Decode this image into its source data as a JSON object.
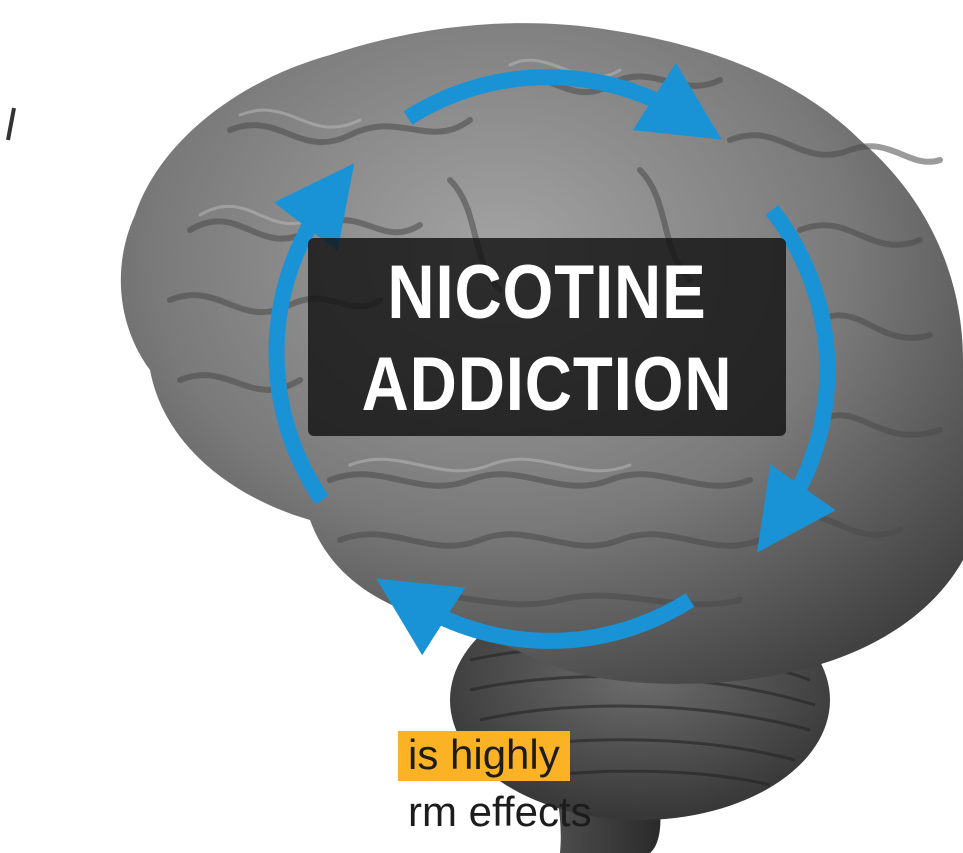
{
  "illustration": {
    "subject": "brain-icon",
    "cycle_icon": "cycle-arrows-icon",
    "title_lines": [
      "NICOTINE",
      "ADDICTION"
    ]
  },
  "caption": {
    "highlighted_fragment": "is highly",
    "second_line_fragment": "rm effects"
  },
  "colors": {
    "arrow_blue": "#1a93d6",
    "highlight": "#fbb325",
    "brain_gray": "#7a7a7a",
    "title_plate": "#1a1a1a",
    "text": "#1c1c1c"
  }
}
